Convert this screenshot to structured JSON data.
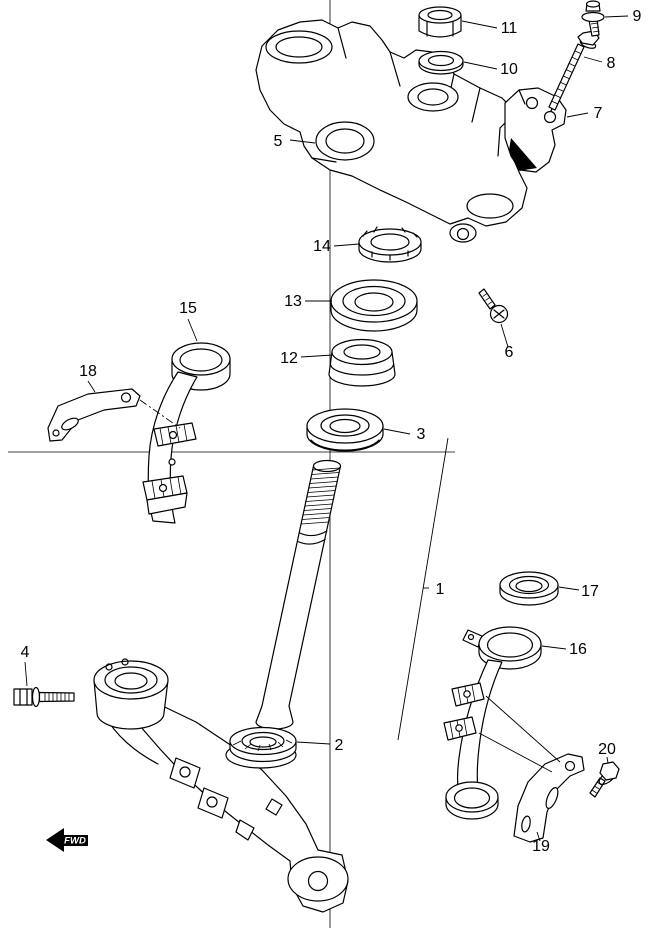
{
  "diagram": {
    "fwd_label": "FWD",
    "colors": {
      "line": "#000000",
      "background": "#ffffff"
    },
    "parts": {
      "p1": "1",
      "p2": "2",
      "p3": "3",
      "p4": "4",
      "p5": "5",
      "p6": "6",
      "p7": "7",
      "p8": "8",
      "p9": "9",
      "p10": "10",
      "p11": "11",
      "p12": "12",
      "p13": "13",
      "p14": "14",
      "p15": "15",
      "p16": "16",
      "p17": "17",
      "p18": "18",
      "p19": "19",
      "p20": "20"
    }
  }
}
